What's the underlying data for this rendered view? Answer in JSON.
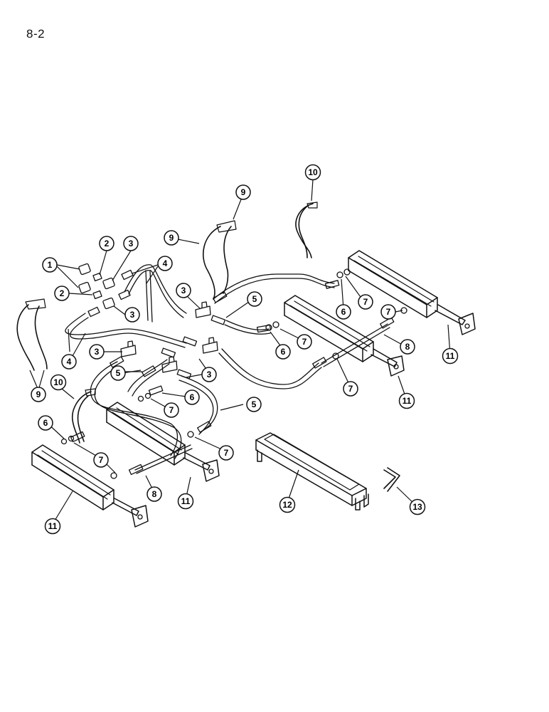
{
  "page_number": "8-2",
  "callouts": [
    {
      "label": "1"
    },
    {
      "label": "2"
    },
    {
      "label": "3"
    },
    {
      "label": "4"
    },
    {
      "label": "2"
    },
    {
      "label": "3"
    },
    {
      "label": "4"
    },
    {
      "label": "3"
    },
    {
      "label": "5"
    },
    {
      "label": "9"
    },
    {
      "label": "9"
    },
    {
      "label": "10"
    },
    {
      "label": "3"
    },
    {
      "label": "5"
    },
    {
      "label": "6"
    },
    {
      "label": "7"
    },
    {
      "label": "7"
    },
    {
      "label": "6"
    },
    {
      "label": "7"
    },
    {
      "label": "8"
    },
    {
      "label": "7"
    },
    {
      "label": "11"
    },
    {
      "label": "3"
    },
    {
      "label": "5"
    },
    {
      "label": "3"
    },
    {
      "label": "6"
    },
    {
      "label": "7"
    },
    {
      "label": "5"
    },
    {
      "label": "10"
    },
    {
      "label": "9"
    },
    {
      "label": "6"
    },
    {
      "label": "7"
    },
    {
      "label": "7"
    },
    {
      "label": "8"
    },
    {
      "label": "11"
    },
    {
      "label": "11"
    },
    {
      "label": "12"
    },
    {
      "label": "13"
    },
    {
      "label": "11"
    }
  ]
}
